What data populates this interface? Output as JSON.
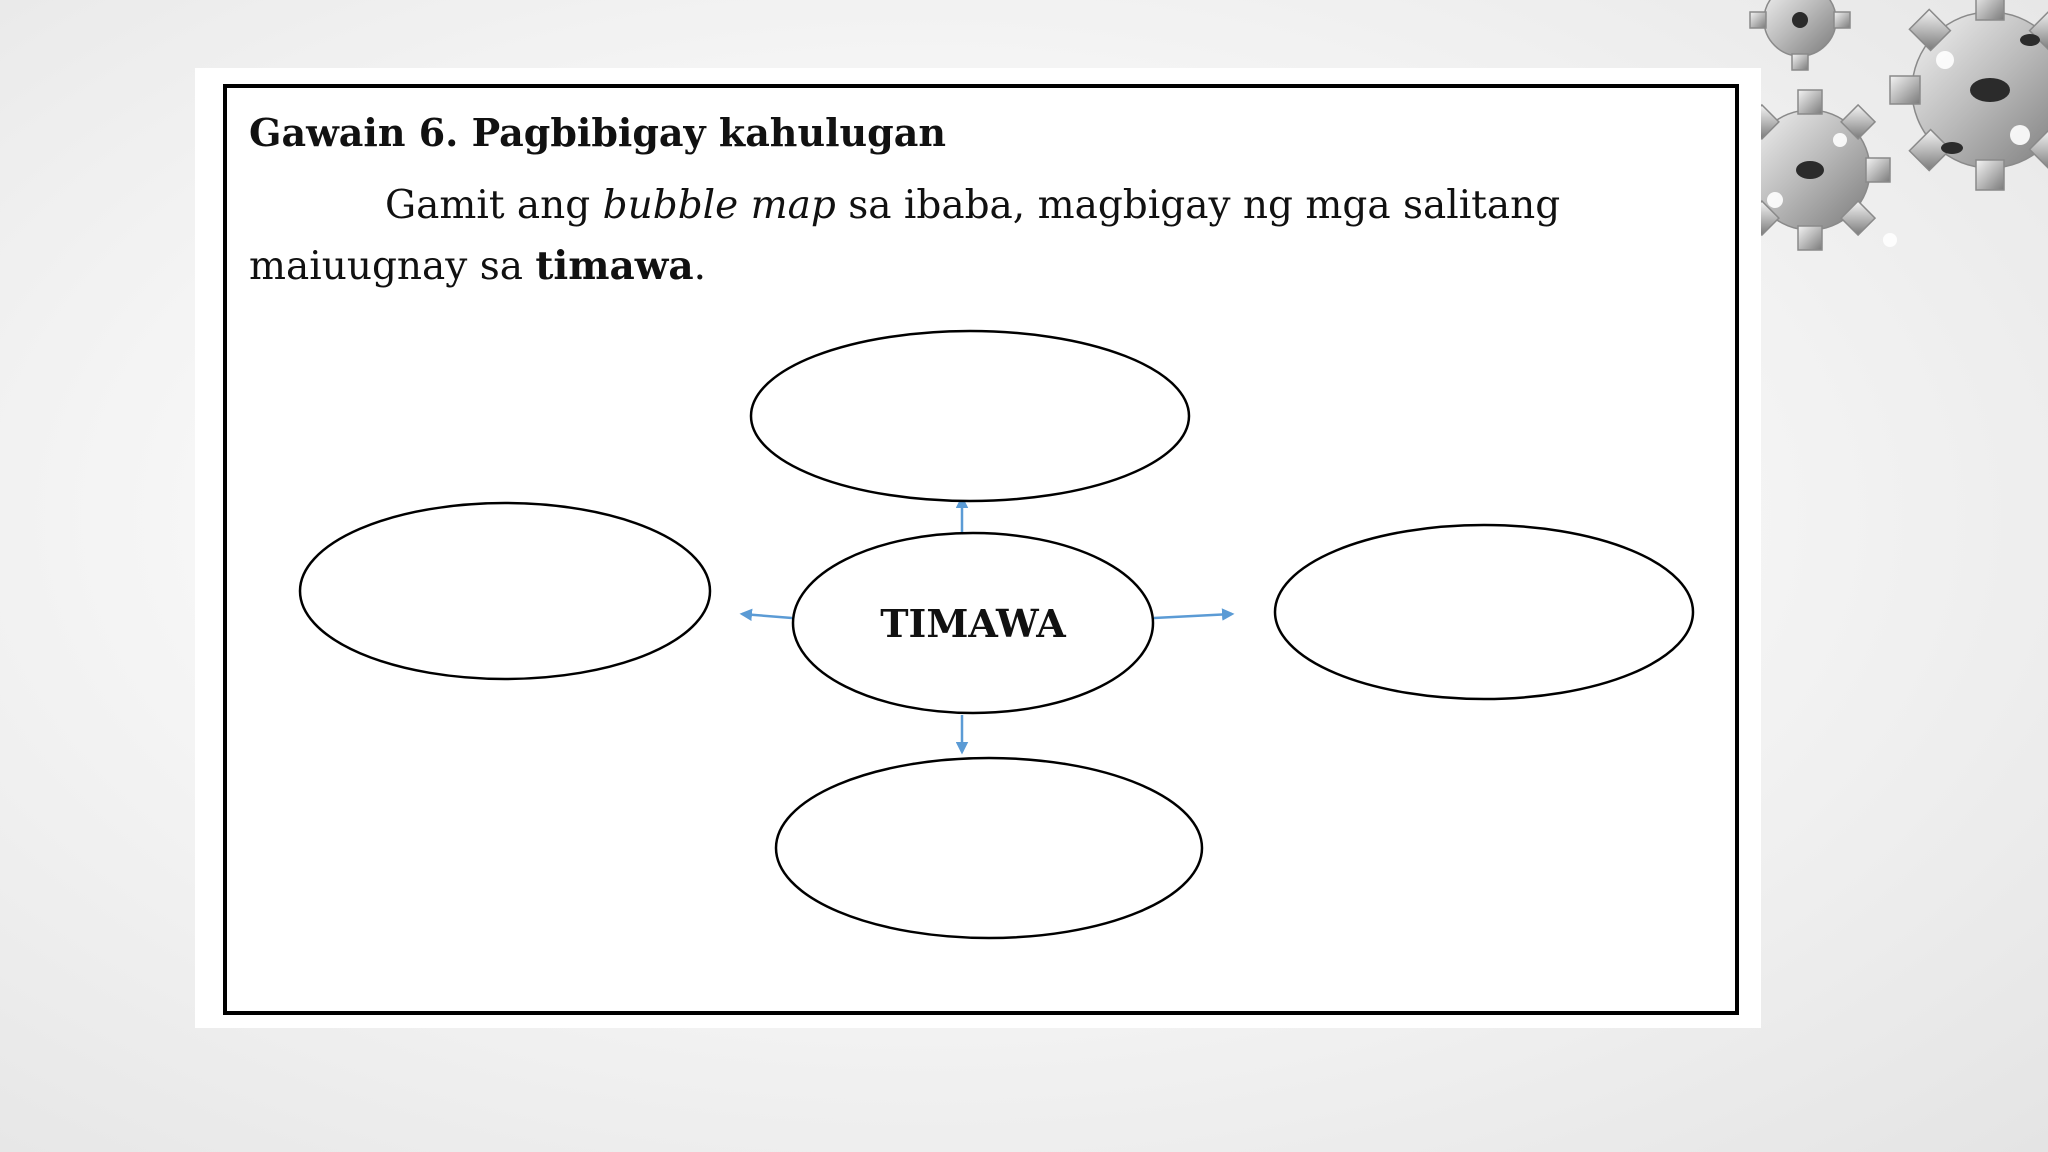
{
  "activity": {
    "title": "Gawain 6. Pagbibigay kahulugan",
    "instruction_part1": "Gamit ang ",
    "instruction_italic": "bubble map",
    "instruction_part2": " sa ibaba, magbigay ng mga salitang maiuugnay sa ",
    "instruction_bold": "timawa",
    "instruction_end": "."
  },
  "bubble_map": {
    "center_label": "TIMAWA",
    "outer_bubbles": [
      {
        "position": "top",
        "text": ""
      },
      {
        "position": "left",
        "text": ""
      },
      {
        "position": "right",
        "text": ""
      },
      {
        "position": "bottom",
        "text": ""
      }
    ],
    "arrow_color": "#5b9bd5",
    "outline_color": "#000000"
  },
  "decoration": {
    "icon": "gears-icon"
  }
}
